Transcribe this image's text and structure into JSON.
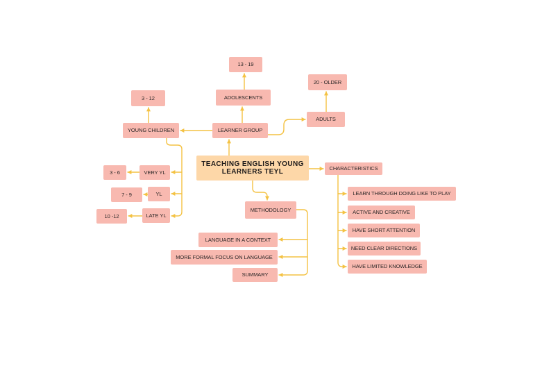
{
  "colors": {
    "background": "#ffffff",
    "node": "#f8b9b0",
    "central": "#fdd7a8",
    "connector": "#f4c243",
    "text": "#2a2626"
  },
  "central": {
    "title_line1": "TEACHING ENGLISH YOUNG",
    "title_line2": "LEARNERS TEYL"
  },
  "learner_group": {
    "label": "LEARNER GROUP",
    "young_children": {
      "label": "YOUNG CHILDREN",
      "range": "3 - 12",
      "subgroups": [
        {
          "label": "VERY YL",
          "range": "3 - 6"
        },
        {
          "label": "YL",
          "range": "7 - 9"
        },
        {
          "label": "LATE YL",
          "range": "10 -12"
        }
      ]
    },
    "adolescents": {
      "label": "ADOLESCENTS",
      "range": "13 - 19"
    },
    "adults": {
      "label": "ADULTS",
      "range": "20 - OLDER"
    }
  },
  "characteristics": {
    "label": "CHARACTERISTICS",
    "items": [
      "LEARN THROUGH DOING LIKE TO PLAY",
      "ACTIVE AND CREATIVE",
      "HAVE SHORT ATTENTION",
      "NEED CLEAR DIRECTIONS",
      "HAVE LIMITED KNOWLEDGE"
    ]
  },
  "methodology": {
    "label": "METHODOLOGY",
    "items": [
      "LANGUAGE IN A CONTEXT",
      "MORE FORMAL FOCUS ON LANGUAGE",
      "SUMMARY"
    ]
  }
}
